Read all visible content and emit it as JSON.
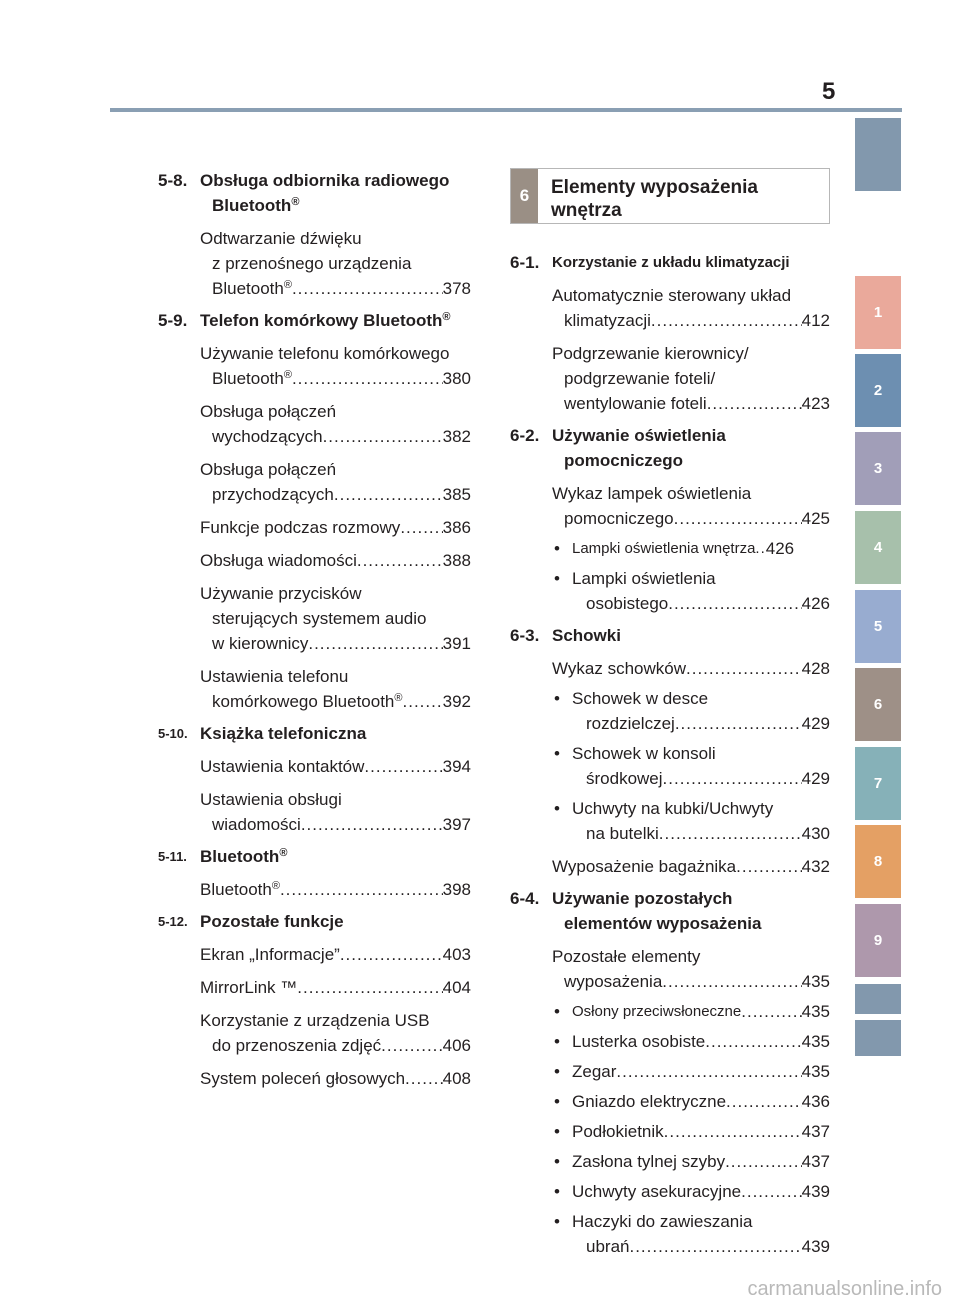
{
  "page_number": "5",
  "tabs": [
    {
      "label": "",
      "color": "#8298ad"
    },
    {
      "label": "1",
      "color": "#eaa99b"
    },
    {
      "label": "2",
      "color": "#6d8fb1"
    },
    {
      "label": "3",
      "color": "#a19eb8"
    },
    {
      "label": "4",
      "color": "#a7c0ab"
    },
    {
      "label": "5",
      "color": "#98acd0"
    },
    {
      "label": "6",
      "color": "#9e9087"
    },
    {
      "label": "7",
      "color": "#86b1b8"
    },
    {
      "label": "8",
      "color": "#e4a064"
    },
    {
      "label": "9",
      "color": "#ae98ac"
    },
    {
      "label": "",
      "color": "#8298ad"
    },
    {
      "label": "",
      "color": "#8298ad"
    }
  ],
  "left": {
    "s58": {
      "num": "5-8.",
      "title_a": "Obsługa odbiornika radiowego",
      "title_b": "Bluetooth",
      "reg": "®"
    },
    "e1": {
      "l1": "Odtwarzanie dźwięku",
      "l2": "z przenośnego urządzenia",
      "l3": "Bluetooth",
      "reg": "®",
      "page": "378"
    },
    "s59": {
      "num": "5-9.",
      "title": "Telefon komórkowy Bluetooth",
      "reg": "®"
    },
    "e2": {
      "l1": "Używanie telefonu komórkowego",
      "l2": "Bluetooth",
      "reg": "®",
      "page": "380"
    },
    "e3": {
      "l1": "Obsługa połączeń",
      "l2": "wychodzących",
      "page": "382"
    },
    "e4": {
      "l1": "Obsługa połączeń",
      "l2": "przychodzących",
      "page": "385"
    },
    "e5": {
      "l1": "Funkcje podczas rozmowy",
      "page": "386"
    },
    "e6": {
      "l1": "Obsługa wiadomości",
      "page": "388"
    },
    "e7": {
      "l1": "Używanie przycisków",
      "l2": "sterujących systemem audio",
      "l3": "w kierownicy",
      "page": "391"
    },
    "e8": {
      "l1": "Ustawienia telefonu",
      "l2": "komórkowego Bluetooth",
      "reg": "®",
      "page": "392"
    },
    "s510": {
      "num": "5-10.",
      "title": "Książka telefoniczna"
    },
    "e9": {
      "l1": "Ustawienia kontaktów",
      "page": "394"
    },
    "e10": {
      "l1": "Ustawienia obsługi",
      "l2": "wiadomości",
      "page": "397"
    },
    "s511": {
      "num": "5-11.",
      "title": "Bluetooth",
      "reg": "®"
    },
    "e11": {
      "l1": "Bluetooth",
      "reg": "®",
      "page": "398"
    },
    "s512": {
      "num": "5-12.",
      "title": "Pozostałe funkcje"
    },
    "e12": {
      "l1": "Ekran „Informacje”",
      "page": "403"
    },
    "e13": {
      "l1": "MirrorLink ™",
      "page": "404"
    },
    "e14": {
      "l1": "Korzystanie z urządzenia USB",
      "l2": "do przenoszenia zdjęć",
      "page": "406"
    },
    "e15": {
      "l1": "System poleceń głosowych",
      "page": "408"
    }
  },
  "chapter": {
    "num": "6",
    "title_a": "Elementy wyposażenia",
    "title_b": "wnętrza"
  },
  "right": {
    "s61": {
      "num": "6-1.",
      "title": "Korzystanie z układu klimatyzacji"
    },
    "r1": {
      "l1": "Automatycznie sterowany układ",
      "l2": "klimatyzacji",
      "page": "412"
    },
    "r2": {
      "l1": "Podgrzewanie kierownicy/",
      "l2": "podgrzewanie foteli/",
      "l3": "wentylowanie foteli ",
      "page": "423"
    },
    "s62": {
      "num": "6-2.",
      "title_a": "Używanie oświetlenia",
      "title_b": "pomocniczego"
    },
    "r3": {
      "l1": "Wykaz lampek oświetlenia",
      "l2": "pomocniczego",
      "page": "425"
    },
    "b1": {
      "l1": "Lampki oświetlenia wnętrza",
      "page": "426"
    },
    "b2": {
      "l1": "Lampki oświetlenia",
      "l2": "osobistego",
      "page": "426"
    },
    "s63": {
      "num": "6-3.",
      "title": "Schowki"
    },
    "r4": {
      "l1": "Wykaz schowków",
      "page": "428"
    },
    "b3": {
      "l1": "Schowek w desce",
      "l2": "rozdzielczej",
      "page": "429"
    },
    "b4": {
      "l1": "Schowek w konsoli",
      "l2": "środkowej",
      "page": "429"
    },
    "b5": {
      "l1": "Uchwyty na kubki/Uchwyty",
      "l2": "na butelki",
      "page": "430"
    },
    "r5": {
      "l1": "Wyposażenie bagażnika ",
      "page": "432"
    },
    "s64": {
      "num": "6-4.",
      "title_a": "Używanie pozostałych",
      "title_b": "elementów wyposażenia"
    },
    "r6": {
      "l1": "Pozostałe elementy",
      "l2": "wyposażenia",
      "page": "435"
    },
    "b6": {
      "l1": "Osłony przeciwsłoneczne",
      "page": "435"
    },
    "b7": {
      "l1": "Lusterka osobiste",
      "page": "435"
    },
    "b8": {
      "l1": "Zegar ",
      "page": "435"
    },
    "b9": {
      "l1": "Gniazdo elektryczne",
      "page": "436"
    },
    "b10": {
      "l1": "Podłokietnik ",
      "page": "437"
    },
    "b11": {
      "l1": "Zasłona tylnej szyby",
      "page": "437"
    },
    "b12": {
      "l1": "Uchwyty asekuracyjne",
      "page": "439"
    },
    "b13": {
      "l1": "Haczyki do zawieszania",
      "l2": "ubrań",
      "page": "439"
    }
  },
  "bullet_char": "•",
  "watermark": "carmanualsonline.info"
}
